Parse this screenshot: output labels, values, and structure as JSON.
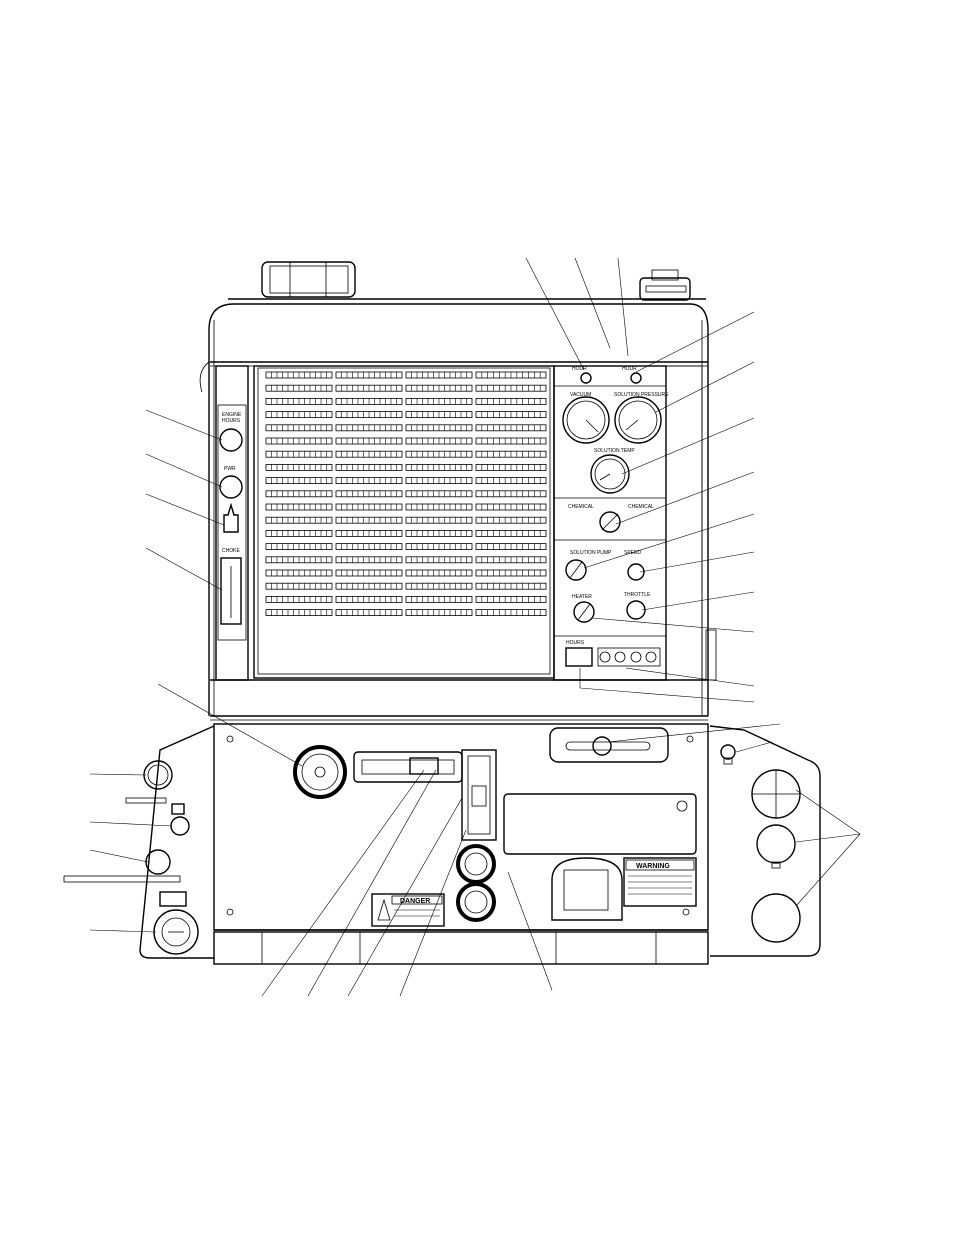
{
  "figure": {
    "description_labels": {
      "warning_decal": "WARNING",
      "danger_decal": "DANGER"
    }
  },
  "leaders": {
    "count_top": 3,
    "count_right": 14,
    "count_left": 9,
    "count_bottom": 5
  }
}
